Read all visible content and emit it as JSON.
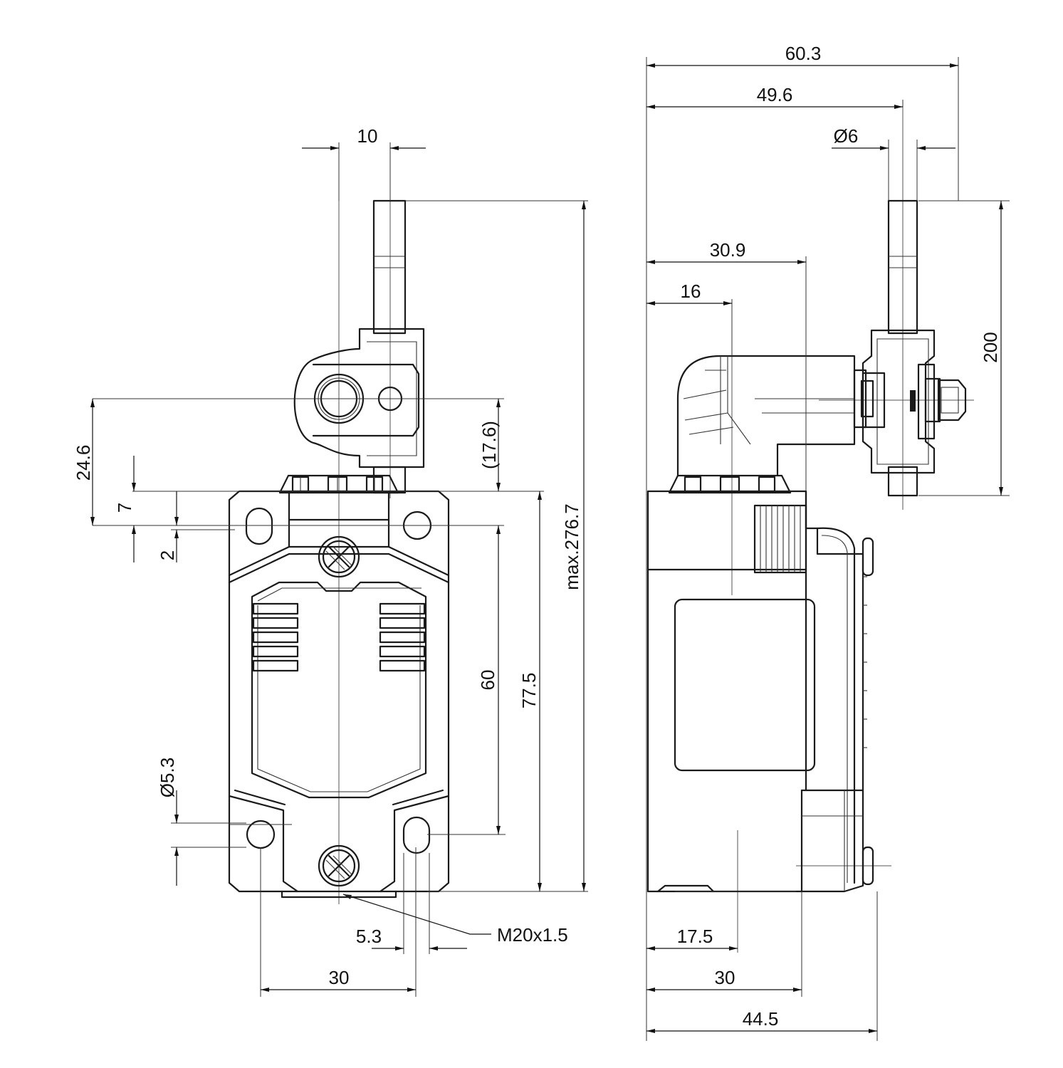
{
  "front_view": {
    "dim_10": "10",
    "dim_24_6": "24.6",
    "dim_7": "7",
    "dim_2": "2",
    "dim_17_6": "(17.6)",
    "dim_max_276_7": "max.276.7",
    "dim_60": "60",
    "dim_77_5": "77.5",
    "dim_d5_3": "Ø5.3",
    "dim_5_3": "5.3",
    "dim_30": "30",
    "thread_label": "M20x1.5"
  },
  "side_view": {
    "dim_60_3": "60.3",
    "dim_49_6": "49.6",
    "dim_d6": "Ø6",
    "dim_30_9": "30.9",
    "dim_16": "16",
    "dim_200": "200",
    "dim_17_5": "17.5",
    "dim_30": "30",
    "dim_44_5": "44.5"
  }
}
